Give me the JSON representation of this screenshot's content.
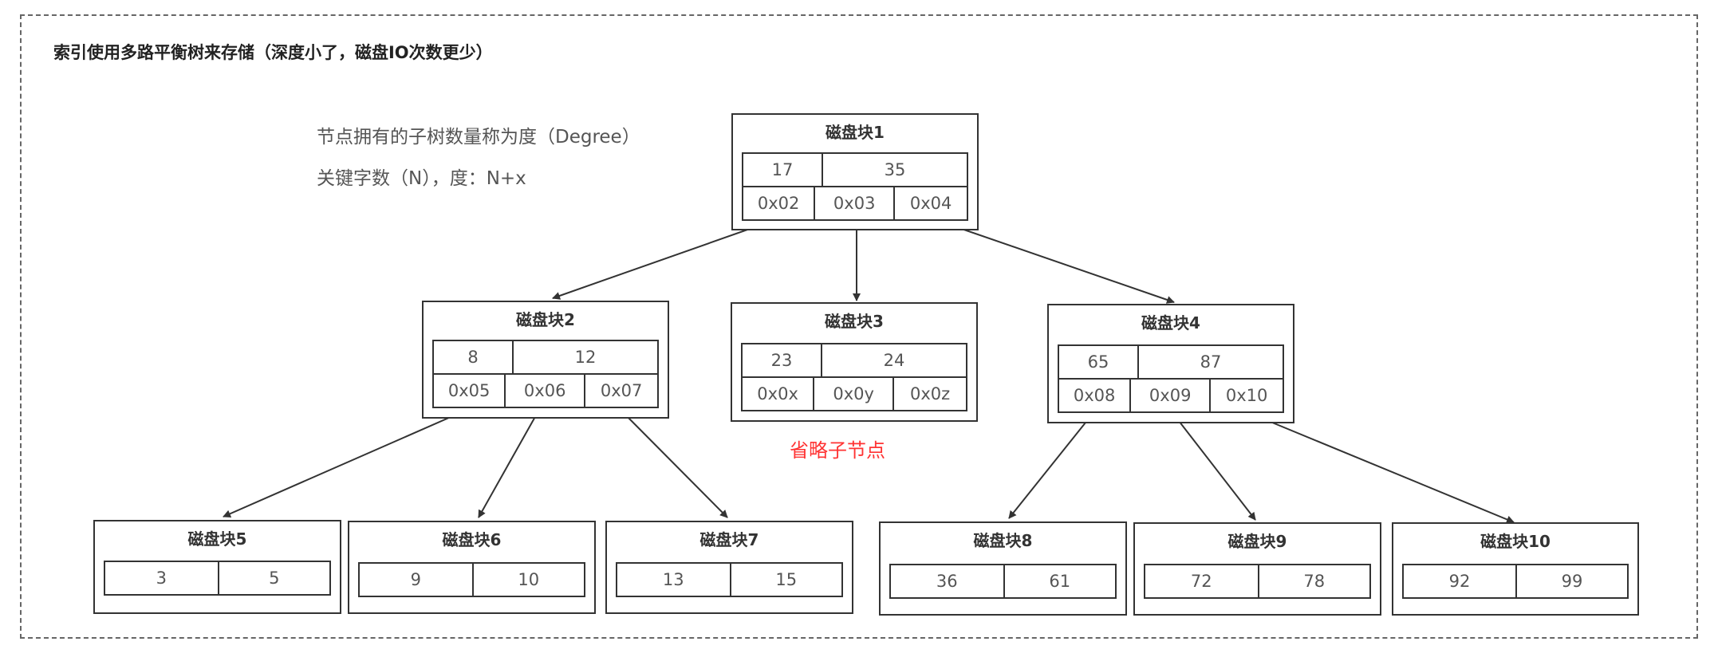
{
  "title": "索引使用多路平衡树来存储（深度小了，磁盘IO次数更少）",
  "notes": {
    "degree_definition": "节点拥有的子树数量称为度（Degree）",
    "degree_formula": "关键字数（N），度：N+x"
  },
  "omitted_label": "省略子节点",
  "colors": {
    "line": "#333333",
    "text": "#555555",
    "accent_red": "#ff3333",
    "frame": "#666666"
  },
  "blocks": {
    "b1": {
      "title": "磁盘块1",
      "keys": [
        "17",
        "35"
      ],
      "pointers": [
        "0x02",
        "0x03",
        "0x04"
      ]
    },
    "b2": {
      "title": "磁盘块2",
      "keys": [
        "8",
        "12"
      ],
      "pointers": [
        "0x05",
        "0x06",
        "0x07"
      ]
    },
    "b3": {
      "title": "磁盘块3",
      "keys": [
        "23",
        "24"
      ],
      "pointers": [
        "0x0x",
        "0x0y",
        "0x0z"
      ]
    },
    "b4": {
      "title": "磁盘块4",
      "keys": [
        "65",
        "87"
      ],
      "pointers": [
        "0x08",
        "0x09",
        "0x10"
      ]
    },
    "b5": {
      "title": "磁盘块5",
      "keys": [
        "3",
        "5"
      ]
    },
    "b6": {
      "title": "磁盘块6",
      "keys": [
        "9",
        "10"
      ]
    },
    "b7": {
      "title": "磁盘块7",
      "keys": [
        "13",
        "15"
      ]
    },
    "b8": {
      "title": "磁盘块8",
      "keys": [
        "36",
        "61"
      ]
    },
    "b9": {
      "title": "磁盘块9",
      "keys": [
        "72",
        "78"
      ]
    },
    "b10": {
      "title": "磁盘块10",
      "keys": [
        "92",
        "99"
      ]
    }
  },
  "edges": [
    {
      "from": "b1",
      "pointer": "0x02",
      "to": "b2"
    },
    {
      "from": "b1",
      "pointer": "0x03",
      "to": "b3"
    },
    {
      "from": "b1",
      "pointer": "0x04",
      "to": "b4"
    },
    {
      "from": "b2",
      "pointer": "0x05",
      "to": "b5"
    },
    {
      "from": "b2",
      "pointer": "0x06",
      "to": "b6"
    },
    {
      "from": "b2",
      "pointer": "0x07",
      "to": "b7"
    },
    {
      "from": "b4",
      "pointer": "0x08",
      "to": "b8"
    },
    {
      "from": "b4",
      "pointer": "0x09",
      "to": "b9"
    },
    {
      "from": "b4",
      "pointer": "0x10",
      "to": "b10"
    }
  ]
}
